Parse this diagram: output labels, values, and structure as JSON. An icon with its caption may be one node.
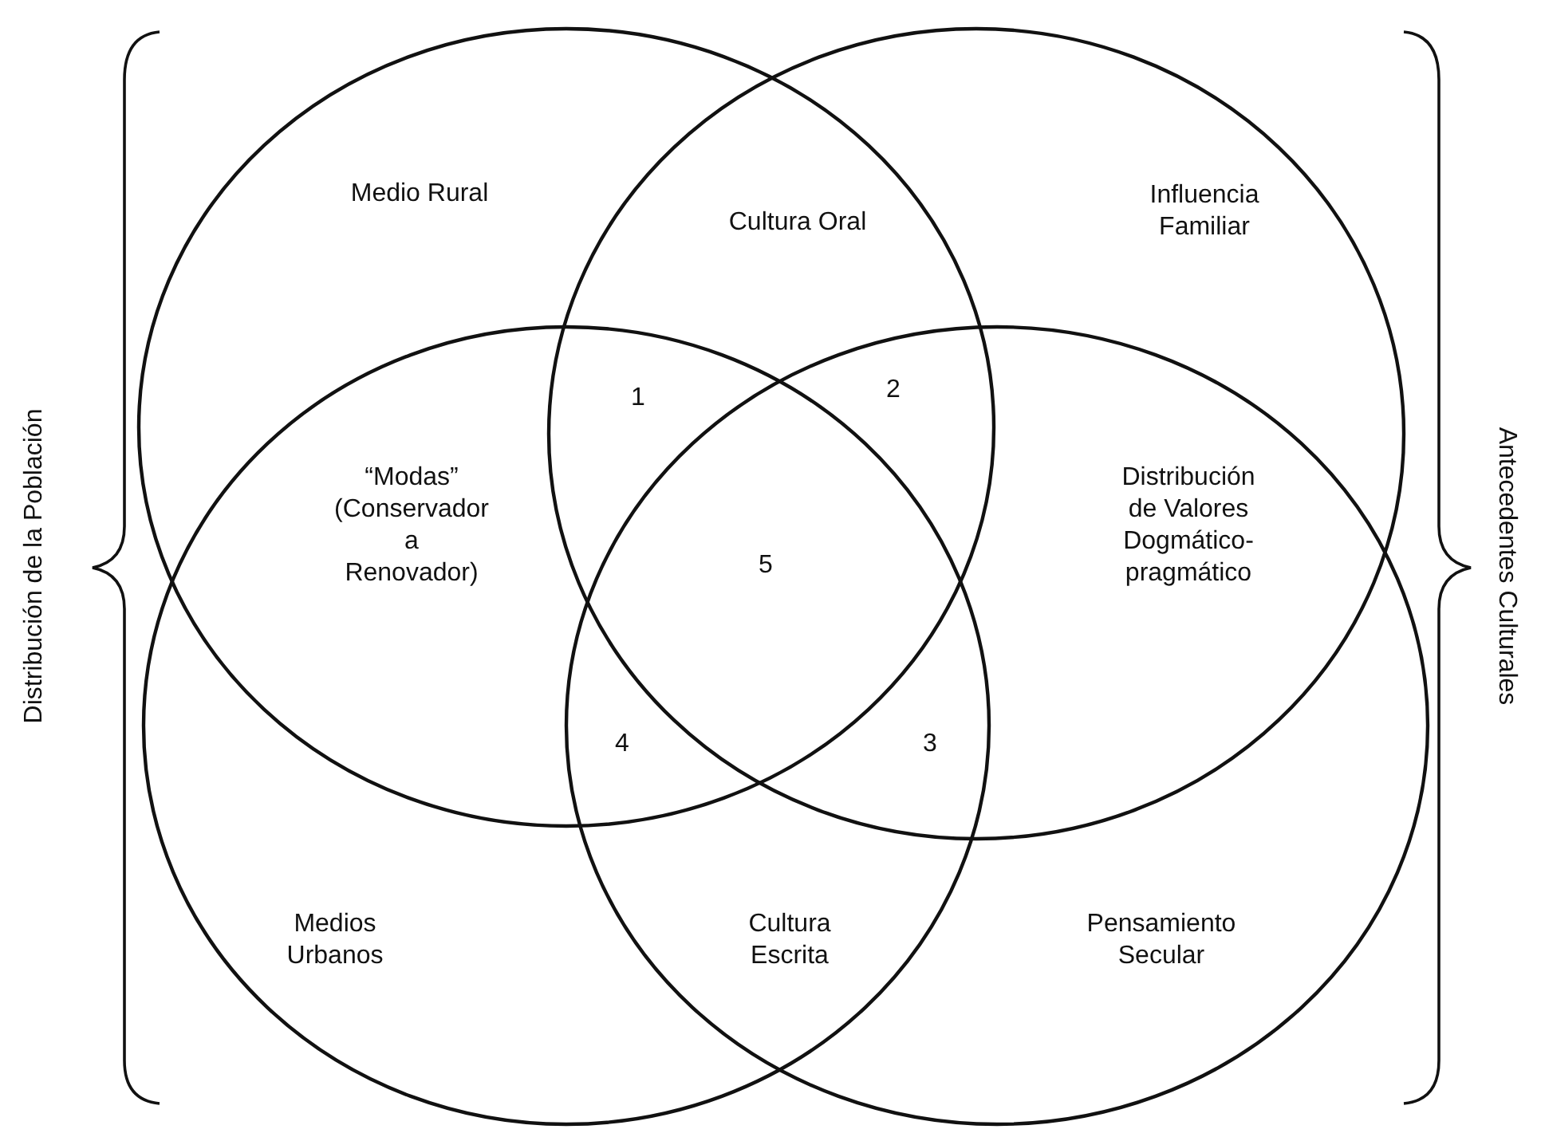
{
  "diagram": {
    "labels": [
      "Medio Rural",
      "Cultura Oral",
      "Influencia Familiar",
      "1",
      "2",
      "Distribución de la Población",
      "Antecedentes Culturales",
      "“Modas” (Conservador a Renovador)",
      "5",
      "Distribución de Valores Dogmático-pragmático",
      "4",
      "3",
      "Medios Urbanos",
      "Cultura Escrita",
      "Pensamiento Secular"
    ]
  }
}
